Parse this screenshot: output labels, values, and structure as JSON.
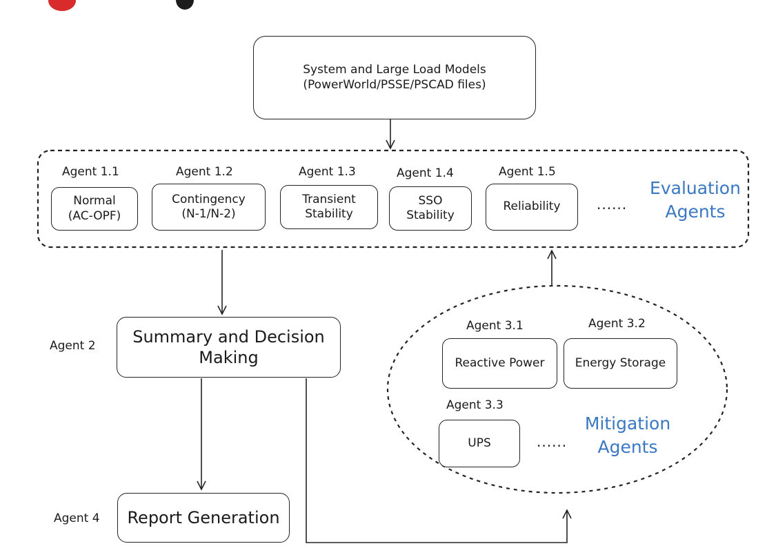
{
  "models_box": {
    "line1": "System and Large Load Models",
    "line2": "(PowerWorld/PSSE/PSCAD files)"
  },
  "evaluation": {
    "group_line1": "Evaluation",
    "group_line2": "Agents",
    "ellipsis": "......",
    "agents": [
      {
        "tag": "Agent 1.1",
        "line1": "Normal",
        "line2": "(AC-OPF)"
      },
      {
        "tag": "Agent 1.2",
        "line1": "Contingency",
        "line2": "(N-1/N-2)"
      },
      {
        "tag": "Agent 1.3",
        "line1": "Transient",
        "line2": "Stability"
      },
      {
        "tag": "Agent 1.4",
        "line1": "SSO",
        "line2": "Stability"
      },
      {
        "tag": "Agent 1.5",
        "line1": "Reliability",
        "line2": ""
      }
    ]
  },
  "summary": {
    "tag": "Agent 2",
    "line1": "Summary and Decision",
    "line2": "Making"
  },
  "report": {
    "tag": "Agent 4",
    "label": "Report Generation"
  },
  "mitigation": {
    "group_line1": "Mitigation",
    "group_line2": "Agents",
    "ellipsis": "......",
    "agents": [
      {
        "tag": "Agent 3.1",
        "label": "Reactive Power"
      },
      {
        "tag": "Agent 3.2",
        "label": "Energy Storage"
      },
      {
        "tag": "Agent 3.3",
        "label": "UPS"
      }
    ]
  },
  "colors": {
    "accent_blue": "#3a78c3",
    "stroke": "#222222",
    "header_red": "#d92b2b"
  }
}
